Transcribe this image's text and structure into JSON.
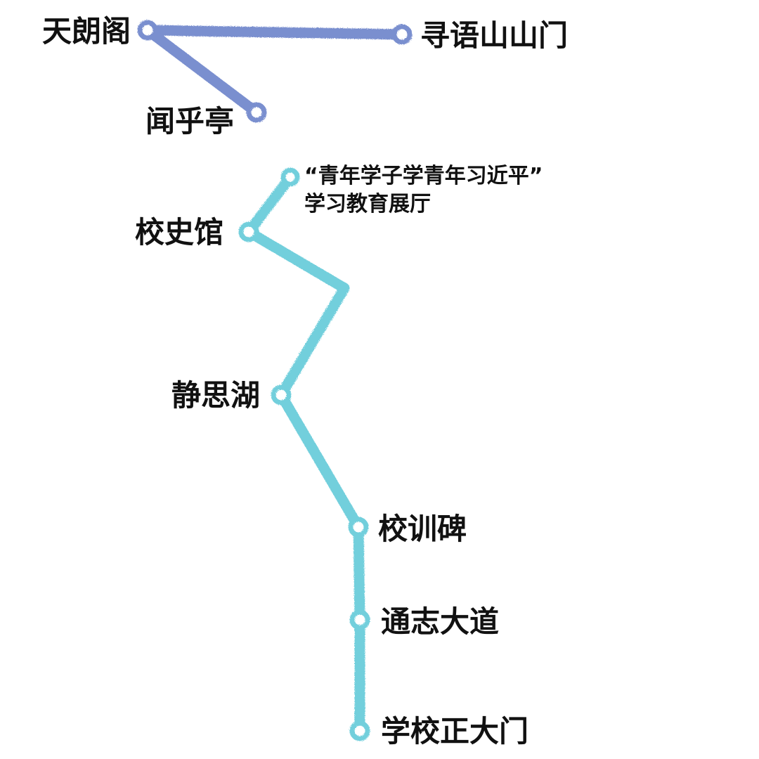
{
  "routes": {
    "upper": {
      "color": "#7a8fcf",
      "stops": {
        "tianlang": "天朗阁",
        "xunyu": "寻语山山门",
        "wenhu": "闻乎亭"
      }
    },
    "lower": {
      "color": "#72cfdc",
      "stops": {
        "hall_line1": "“青年学子学青年习近平”",
        "hall_line2": "学习教育展厅",
        "history": "校史馆",
        "lake": "静思湖",
        "motto": "校训碑",
        "avenue": "通志大道",
        "gate": "学校正大门"
      }
    }
  }
}
